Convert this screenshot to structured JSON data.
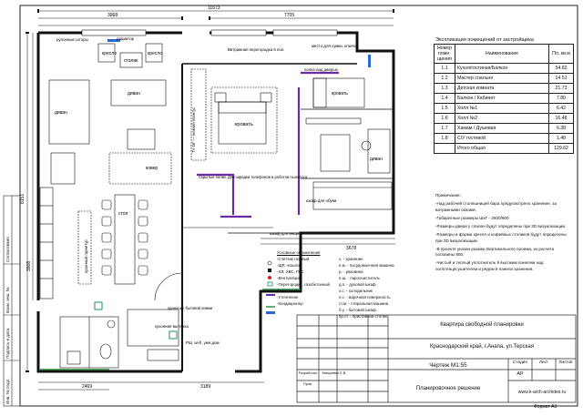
{
  "plan": {
    "dims_top": [
      "3968",
      "11673",
      "7705"
    ],
    "dims_bottom": [
      "2469",
      "3189",
      "3678"
    ],
    "dims_left": [
      "8151",
      "3908"
    ],
    "room_labels": {
      "kitchen": "стол",
      "living": "диван",
      "bedroom": "кровать",
      "kids": "кровать",
      "carpet": "ковер",
      "armchair_left": "кресло",
      "armchair_right": "кресло",
      "table_small": "столик",
      "sofa_right": "диван",
      "tv_note": "TV 65\" — нижний плинтус",
      "partition_note": "Витражная перегородка 6 пол.",
      "shelves_note": "Скрытые полки. Для зарядки телефонов и роботов пылесоса",
      "niche_note": "место для сумки, ключей",
      "shelf_note": "полка над дверью",
      "storage_note": "шкаф для обуви",
      "wardrobe_note": "шкаф для вещей",
      "kitchen_set": "кухонный гарнитур",
      "hood_note": "кухонная вытяжка",
      "boiler_note": "РШ, wi-fi, умн.дом",
      "bath_note": "хранение бытовой химии",
      "curtain_note": "рулонные шторы",
      "radiator_note": "радиатор"
    }
  },
  "explication": {
    "title": "Экспликация помещений от застройщика",
    "headers": [
      "Номер поме- щения",
      "Наименование",
      "Пл. кв.м"
    ],
    "rows": [
      {
        "num": "1.1",
        "name": "Кухня/гостиная/Балкон",
        "area": "54.82"
      },
      {
        "num": "1.2",
        "name": "Мастер спальня",
        "area": "14.51"
      },
      {
        "num": "1.3",
        "name": "Детская комната",
        "area": "21.73"
      },
      {
        "num": "1.4",
        "name": "Балкон / Кабинет",
        "area": "7.80"
      },
      {
        "num": "1.5",
        "name": "Холл №1",
        "area": "6.42"
      },
      {
        "num": "1.6",
        "name": "Холл №2",
        "area": "16.48"
      },
      {
        "num": "1.7",
        "name": "Хамам / Душевая",
        "area": "6.38"
      },
      {
        "num": "1.8",
        "name": "С/У гостевой",
        "area": "1.48"
      },
      {
        "num": "",
        "name": "Итого общая",
        "area": "129.62"
      }
    ]
  },
  "notes": {
    "title": "Примечание:",
    "items": [
      "-Над рабочей столешницей бара предусмотрено хранение, за витражными окнами.",
      "-Габаритные размеры ШхГ - 2600/600",
      "-Размеры двери у спален будут определены при 3D визуализации.",
      "-Размеры и форма кресел и кофейных столиков будут определены при 3D визуализации.",
      "-В проекте указан размер Вертикального проема, из расчета половины 800.",
      "-Чистый и теплый уплотнитель 8 высоким панелем над полотенцесушителем и рядом 8 панели хранения."
    ]
  },
  "legend": {
    "title": "Условные обозначения",
    "items": [
      "-Счетчик газовый",
      "-ЩР, -кошло",
      "-ХЛ, ХВС, ГВС",
      "-Вентиляция",
      "-Перегородки, газобетонный блок",
      "-Утепление",
      "-Кондиционер"
    ],
    "abbrev": [
      "х. - хранение",
      "п.м. - посудомоечная машина",
      "р. - раковина",
      "п.ш. - пароочиститель",
      "д.п. - духовой шкаф",
      "х.с. - холодильник",
      "п.с. - варочная поверхность",
      "ст.м. - стиральная машина",
      "б.у. - бытовой шкаф",
      "пр.ст. - приставной столик"
    ]
  },
  "stamp": {
    "project": "Квартира свободной планировки",
    "address": "Краснодарский край, г.Анапа, ул.Терская",
    "drawing": "Чертеж М1:55",
    "sheet_name": "Планировочное решение",
    "stage_label": "Стадия",
    "sheet_label": "Лист",
    "sheets_label": "Листов",
    "stage": "АР",
    "site": "www.k-arch-archides.ru",
    "developed": "Разработал",
    "author": "Мишуевич Е.В.",
    "checked": "Пров.",
    "format": "Формат А3"
  },
  "side_stamp": {
    "inv": "Инв. № подл.",
    "sign": "Подпись и дата",
    "vzam": "Взам. инв. №",
    "agreed": "Согласовано"
  },
  "colors": {
    "line": "#111111",
    "partition": "#6a2aa8",
    "insulation": "#2a8a3a",
    "ac": "#2a6ad0",
    "wet": "#1a9a5a"
  }
}
